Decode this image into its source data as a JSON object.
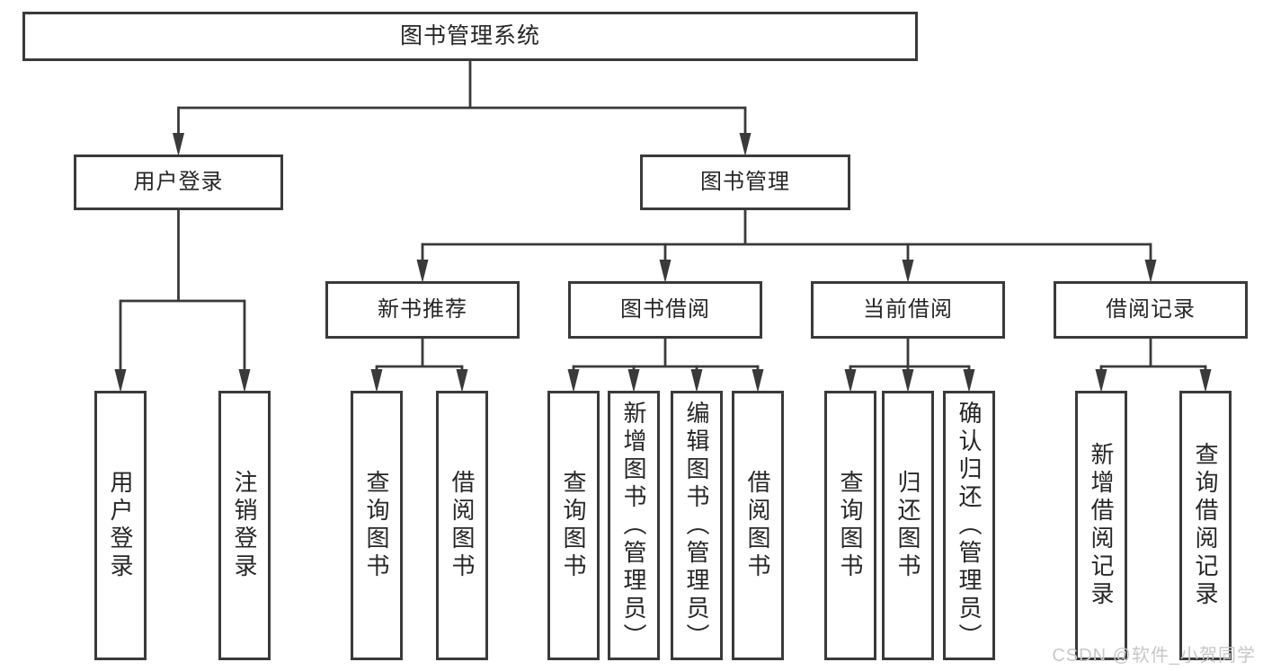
{
  "diagram": {
    "title": "图书管理系统",
    "type": "tree-structure-chart",
    "colors": {
      "line": "#3a3a3a",
      "border": "#3a3a3a",
      "text": "#262626",
      "background": "#ffffff",
      "watermark_text_color": "#c7c7c7"
    },
    "nodes": [
      {
        "id": "root",
        "label": "图书管理系统",
        "parent": null,
        "level": 1
      },
      {
        "id": "user-login",
        "label": "用户登录",
        "parent": "root",
        "level": 2
      },
      {
        "id": "book-mgmt",
        "label": "图书管理",
        "parent": "root",
        "level": 2
      },
      {
        "id": "new-book-rec",
        "label": "新书推荐",
        "parent": "book-mgmt",
        "level": 3
      },
      {
        "id": "book-borrow",
        "label": "图书借阅",
        "parent": "book-mgmt",
        "level": 3
      },
      {
        "id": "current-borrow",
        "label": "当前借阅",
        "parent": "book-mgmt",
        "level": 3
      },
      {
        "id": "borrow-records",
        "label": "借阅记录",
        "parent": "book-mgmt",
        "level": 3
      },
      {
        "id": "login-action",
        "label": "用户登录",
        "parent": "user-login",
        "level": 4
      },
      {
        "id": "logout-action",
        "label": "注销登录",
        "parent": "user-login",
        "level": 4
      },
      {
        "id": "nb-query",
        "label": "查询图书",
        "parent": "new-book-rec",
        "level": 4
      },
      {
        "id": "nb-borrow",
        "label": "借阅图书",
        "parent": "new-book-rec",
        "level": 4
      },
      {
        "id": "bb-query",
        "label": "查询图书",
        "parent": "book-borrow",
        "level": 4
      },
      {
        "id": "bb-add",
        "label": "新增图书（管理员）",
        "parent": "book-borrow",
        "level": 4
      },
      {
        "id": "bb-edit",
        "label": "编辑图书（管理员）",
        "parent": "book-borrow",
        "level": 4
      },
      {
        "id": "bb-borrow",
        "label": "借阅图书",
        "parent": "book-borrow",
        "level": 4
      },
      {
        "id": "cb-query",
        "label": "查询图书",
        "parent": "current-borrow",
        "level": 4
      },
      {
        "id": "cb-return",
        "label": "归还图书",
        "parent": "current-borrow",
        "level": 4
      },
      {
        "id": "cb-confirm",
        "label": "确认归还（管理员）",
        "parent": "current-borrow",
        "level": 4
      },
      {
        "id": "br-add",
        "label": "新增借阅记录",
        "parent": "borrow-records",
        "level": 4
      },
      {
        "id": "br-query",
        "label": "查询借阅记录",
        "parent": "borrow-records",
        "level": 4
      }
    ],
    "watermark": "CSDN @软件_小贺同学"
  }
}
